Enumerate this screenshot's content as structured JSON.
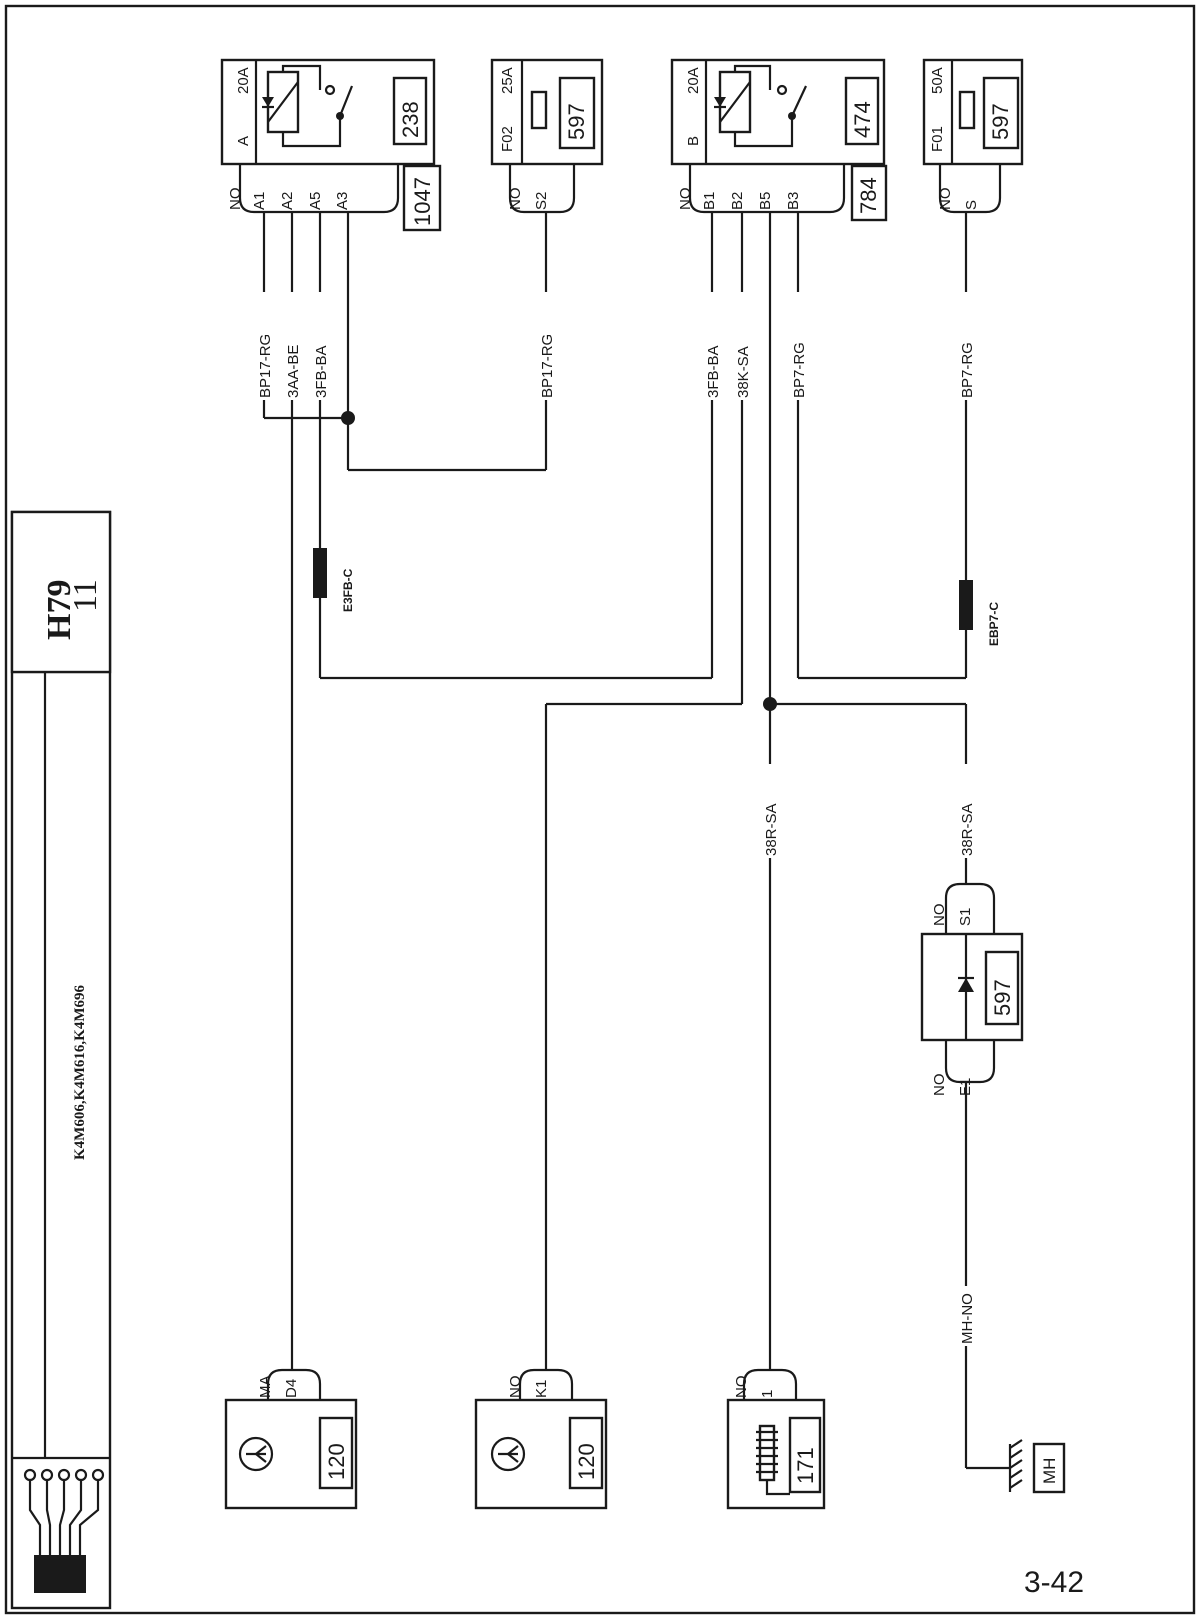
{
  "header": {
    "code": "H79",
    "subcode": "11",
    "engines": "K4M606,K4M616,K4M696",
    "page_number": "3-42"
  },
  "components": {
    "relay_a": {
      "rating": "20A",
      "letter": "A",
      "number": "238",
      "connector": "1047",
      "pins": [
        "NO",
        "A1",
        "A2",
        "A5",
        "A3"
      ]
    },
    "fuse_f02": {
      "fuse": "F02",
      "rating": "25A",
      "number": "597",
      "pins": [
        "NO",
        "S2"
      ]
    },
    "relay_b": {
      "rating": "20A",
      "letter": "B",
      "number": "474",
      "connector": "784",
      "pins": [
        "NO",
        "B1",
        "B2",
        "B5",
        "B3"
      ]
    },
    "fuse_f01": {
      "fuse": "F01",
      "rating": "50A",
      "number": "597",
      "pins": [
        "NO",
        "S"
      ]
    },
    "sensor_1": {
      "number": "120",
      "pins": [
        "MA",
        "D4"
      ]
    },
    "sensor_2": {
      "number": "120",
      "pins": [
        "NO",
        "K1"
      ]
    },
    "motor_171": {
      "number": "171",
      "pins": [
        "NO",
        "1"
      ]
    },
    "diode_597": {
      "number": "597",
      "pins_top": [
        "NO",
        "S1"
      ],
      "pins_bottom": [
        "NO",
        "E1"
      ]
    },
    "ground": {
      "label": "MH"
    }
  },
  "wires": {
    "w_bp17_a": "BP17-RG",
    "w_3aa": "3AA-BE",
    "w_3fb_a": "3FB-BA",
    "w_bp17_f": "BP17-RG",
    "w_3fb_b": "3FB-BA",
    "w_38k": "38K-SA",
    "w_bp7_b": "BP7-RG",
    "w_bp7_f": "BP7-RG",
    "w_38r_1": "38R-SA",
    "w_38r_2": "38R-SA",
    "w_mh": "MH-NO"
  },
  "splices": {
    "e3fb": "E3FB-C",
    "ebp7": "EBP7-C"
  }
}
